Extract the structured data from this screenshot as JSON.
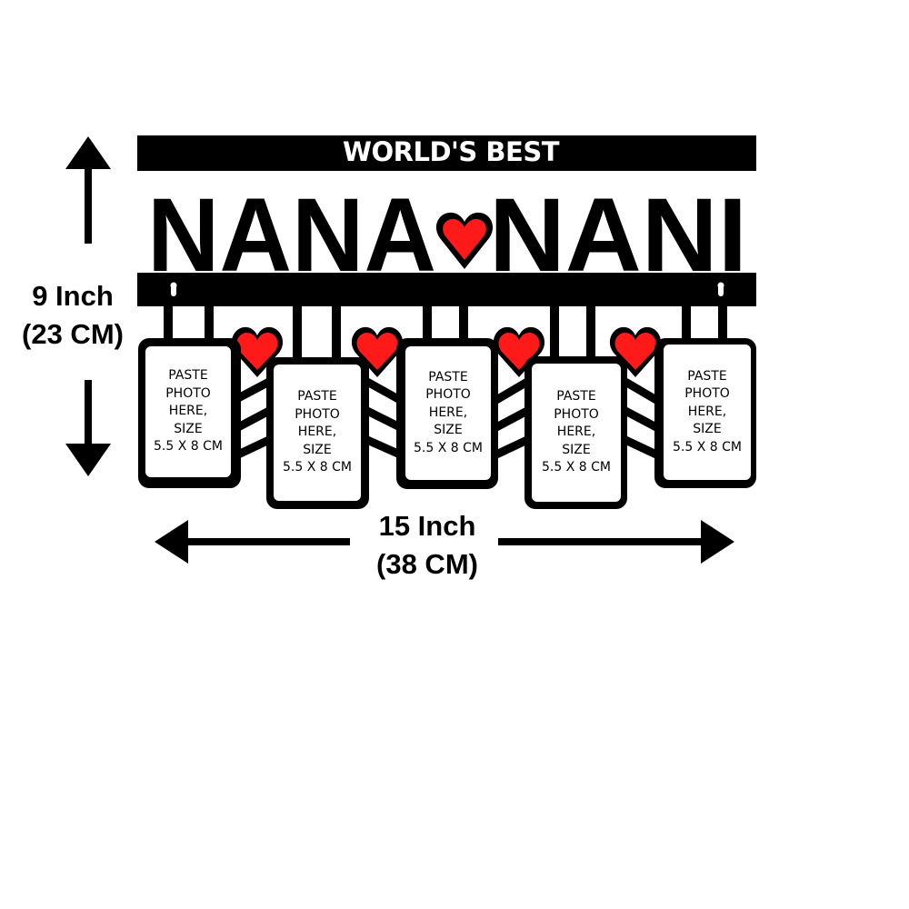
{
  "product": {
    "header_text": "WORLD'S BEST",
    "name_left": "NANA",
    "name_right": "NANI",
    "photo_slots": [
      {
        "lines": [
          "PASTE",
          "PHOTO",
          "HERE,",
          "SIZE",
          "5.5 X 8 CM"
        ]
      },
      {
        "lines": [
          "PASTE",
          "PHOTO",
          "HERE,",
          "SIZE",
          "5.5 X 8 CM"
        ]
      },
      {
        "lines": [
          "PASTE",
          "PHOTO",
          "HERE,",
          "SIZE",
          "5.5 X 8 CM"
        ]
      },
      {
        "lines": [
          "PASTE",
          "PHOTO",
          "HERE,",
          "SIZE",
          "5.5 X 8 CM"
        ]
      },
      {
        "lines": [
          "PASTE",
          "PHOTO",
          "HERE,",
          "SIZE",
          "5.5 X 8 CM"
        ]
      }
    ]
  },
  "dimensions": {
    "height_inch": "9 Inch",
    "height_cm": "(23 CM)",
    "width_inch": "15 Inch",
    "width_cm": "(38 CM)"
  },
  "colors": {
    "frame": "#000000",
    "heart": "#ff1a1a"
  }
}
